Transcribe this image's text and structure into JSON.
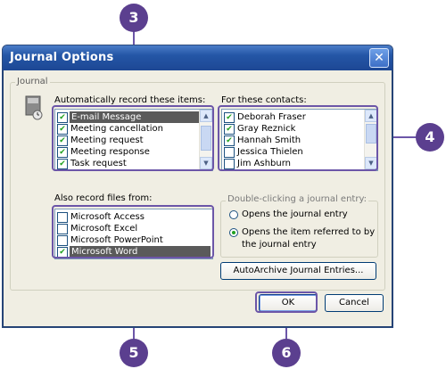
{
  "window": {
    "title": "Journal Options",
    "close_glyph": "✕"
  },
  "journal_group": {
    "title": "Journal"
  },
  "auto_record": {
    "label": "Automatically record these items:",
    "items": [
      {
        "label": "E-mail Message",
        "checked": true,
        "selected": true
      },
      {
        "label": "Meeting cancellation",
        "checked": true,
        "selected": false
      },
      {
        "label": "Meeting request",
        "checked": true,
        "selected": false
      },
      {
        "label": "Meeting response",
        "checked": true,
        "selected": false
      },
      {
        "label": "Task request",
        "checked": true,
        "selected": false
      }
    ]
  },
  "contacts": {
    "label": "For these contacts:",
    "items": [
      {
        "label": "Deborah Fraser",
        "checked": true
      },
      {
        "label": "Gray Reznick",
        "checked": true
      },
      {
        "label": "Hannah Smith",
        "checked": true
      },
      {
        "label": "Jessica Thielen",
        "checked": false
      },
      {
        "label": "Jim Ashburn",
        "checked": false
      }
    ]
  },
  "also_record": {
    "label": "Also record files from:",
    "items": [
      {
        "label": "Microsoft Access",
        "checked": false,
        "selected": false
      },
      {
        "label": "Microsoft Excel",
        "checked": false,
        "selected": false
      },
      {
        "label": "Microsoft PowerPoint",
        "checked": false,
        "selected": false
      },
      {
        "label": "Microsoft Word",
        "checked": true,
        "selected": true
      }
    ]
  },
  "double_click": {
    "title": "Double-clicking a journal entry:",
    "options": [
      {
        "label": "Opens the journal entry",
        "selected": false
      },
      {
        "label_line1": "Opens the item referred to by",
        "label_line2": "the journal entry",
        "selected": true
      }
    ]
  },
  "buttons": {
    "autoarchive": "AutoArchive Journal Entries...",
    "ok": "OK",
    "cancel": "Cancel"
  },
  "callouts": {
    "c3": "3",
    "c4": "4",
    "c5": "5",
    "c6": "6"
  },
  "colors": {
    "callout": "#5b3f8f",
    "titlebar": "#2456a6",
    "check": "#21a121"
  }
}
